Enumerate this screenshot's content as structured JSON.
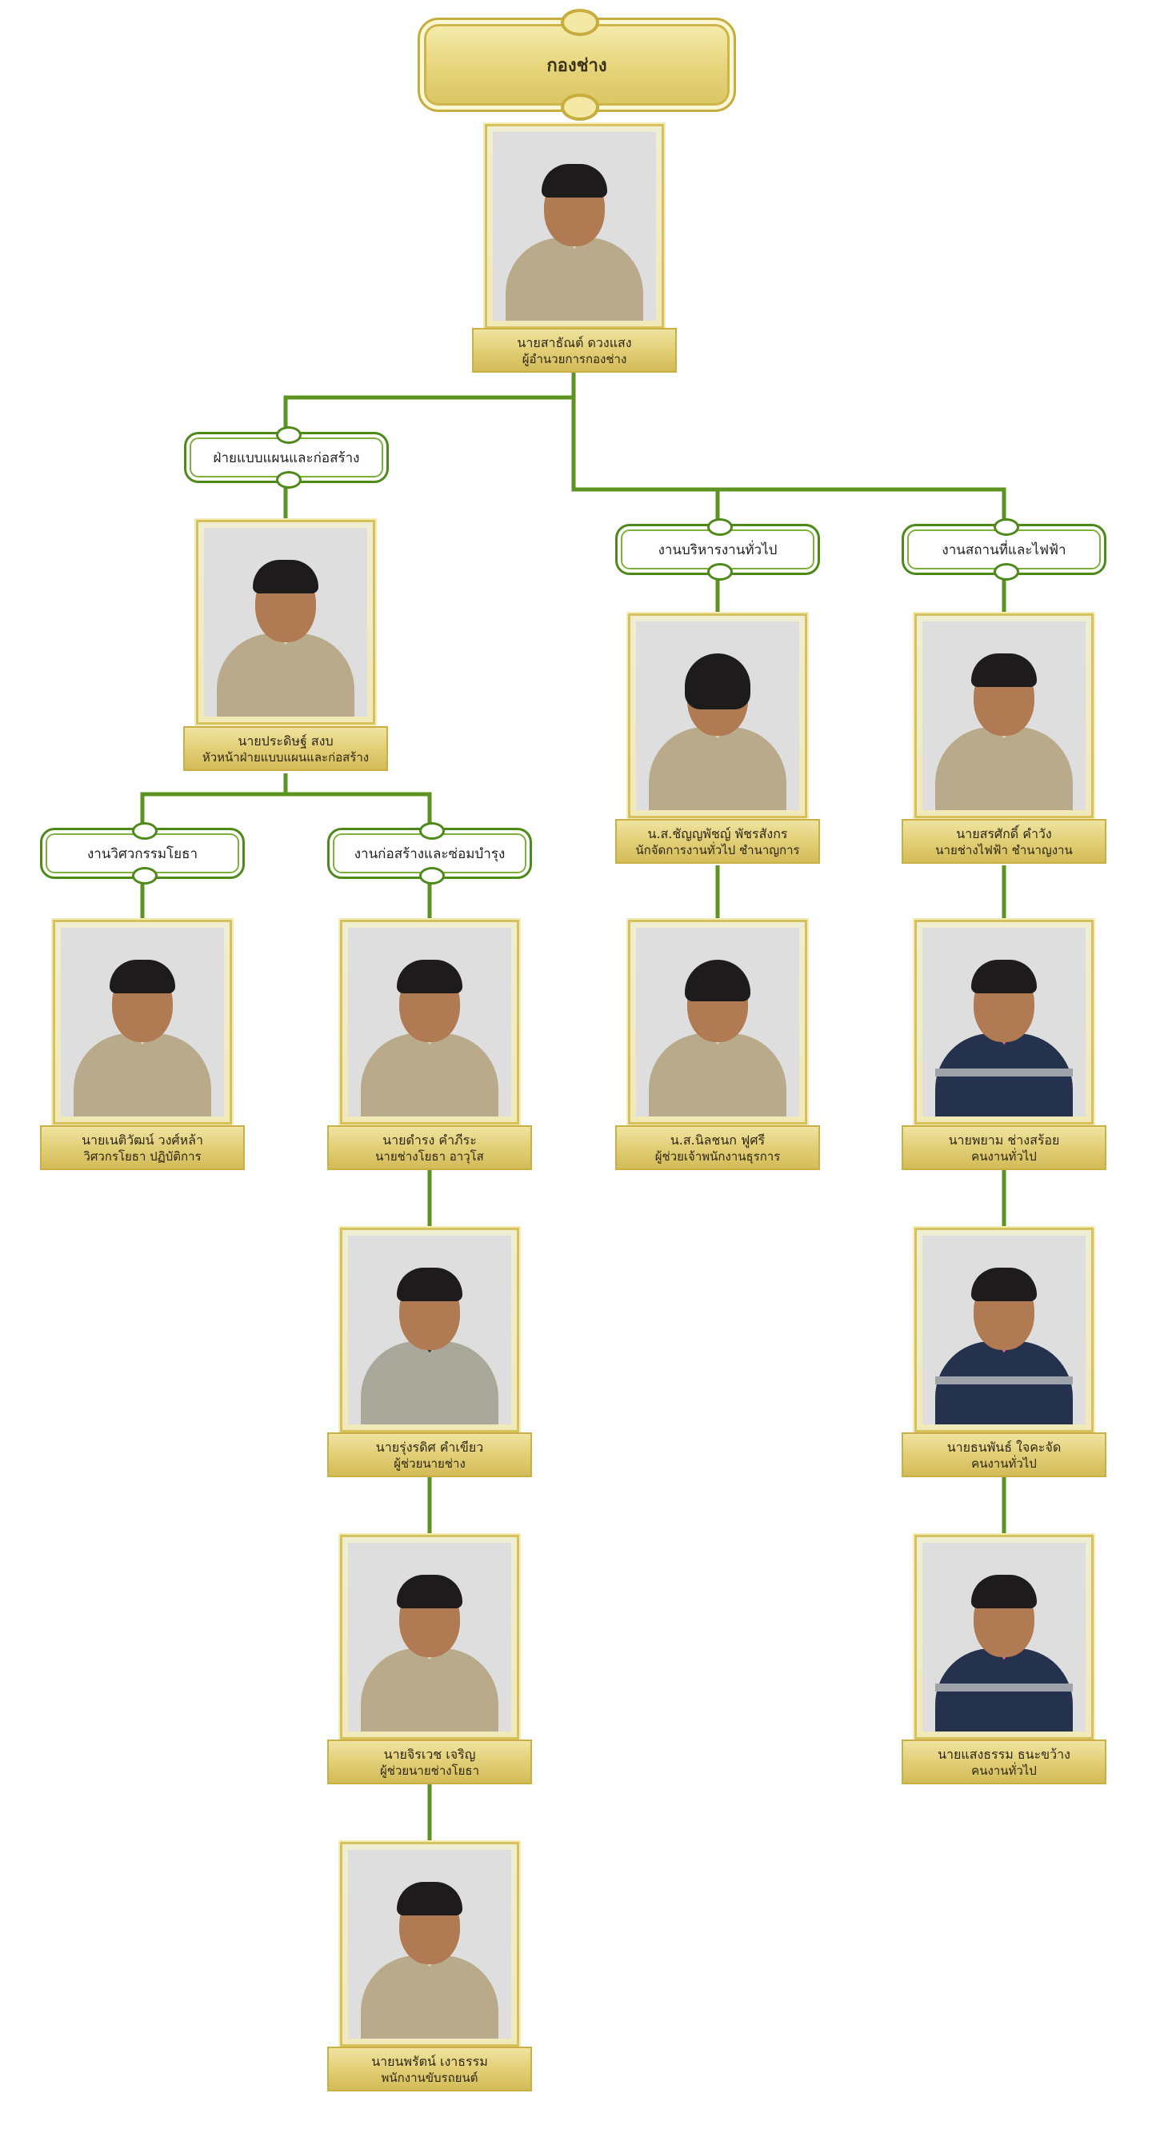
{
  "colors": {
    "line": "#5c9321",
    "gold": "#d9c362",
    "label_border": "#4e8a1a"
  },
  "title": "กองช่าง",
  "divisions": {
    "design": "ฝ่ายแบบแผนและก่อสร้าง",
    "admin": "งานบริหารงานทั่วไป",
    "facility": "งานสถานที่และไฟฟ้า",
    "engineering": "งานวิศวกรรมโยธา",
    "construction": "งานก่อสร้างและซ่อมบำรุง"
  },
  "people": {
    "director": {
      "name": "นายสาธัณต์ ดวงแสง",
      "position": "ผู้อำนวยการกองช่าง"
    },
    "design_head": {
      "name": "นายประดิษฐ์ สงบ",
      "position": "หัวหน้าฝ่ายแบบแผนและก่อสร้าง"
    },
    "admin1": {
      "name": "น.ส.ชัญญพัชญ์ พัชรสังกร",
      "position": "นักจัดการงานทั่วไป ชำนาญการ"
    },
    "admin2": {
      "name": "น.ส.นิลชนก ฟูศรี",
      "position": "ผู้ช่วยเจ้าพนักงานธุรการ"
    },
    "facility1": {
      "name": "นายสรศักดิ์ คำวัง",
      "position": "นายช่างไฟฟ้า ชำนาญงาน"
    },
    "facility2": {
      "name": "นายพยาม ช่างสร้อย",
      "position": "คนงานทั่วไป"
    },
    "facility3": {
      "name": "นายธนพันธ์ ใจคะจัด",
      "position": "คนงานทั่วไป"
    },
    "facility4": {
      "name": "นายแสงธรรม ธนะขว้าง",
      "position": "คนงานทั่วไป"
    },
    "eng1": {
      "name": "นายเนติวัฒน์ วงศ์หล้า",
      "position": "วิศวกรโยธา ปฏิบัติการ"
    },
    "con1": {
      "name": "นายดำรง คำภีระ",
      "position": "นายช่างโยธา อาวุโส"
    },
    "con2": {
      "name": "นายรุ่งรดิศ คำเขียว",
      "position": "ผู้ช่วยนายช่าง"
    },
    "con3": {
      "name": "นายจิรเวช เจริญ",
      "position": "ผู้ช่วยนายช่างโยธา"
    },
    "con4": {
      "name": "นายนพรัตน์ เงาธรรม",
      "position": "พนักงานขับรถยนต์"
    }
  }
}
